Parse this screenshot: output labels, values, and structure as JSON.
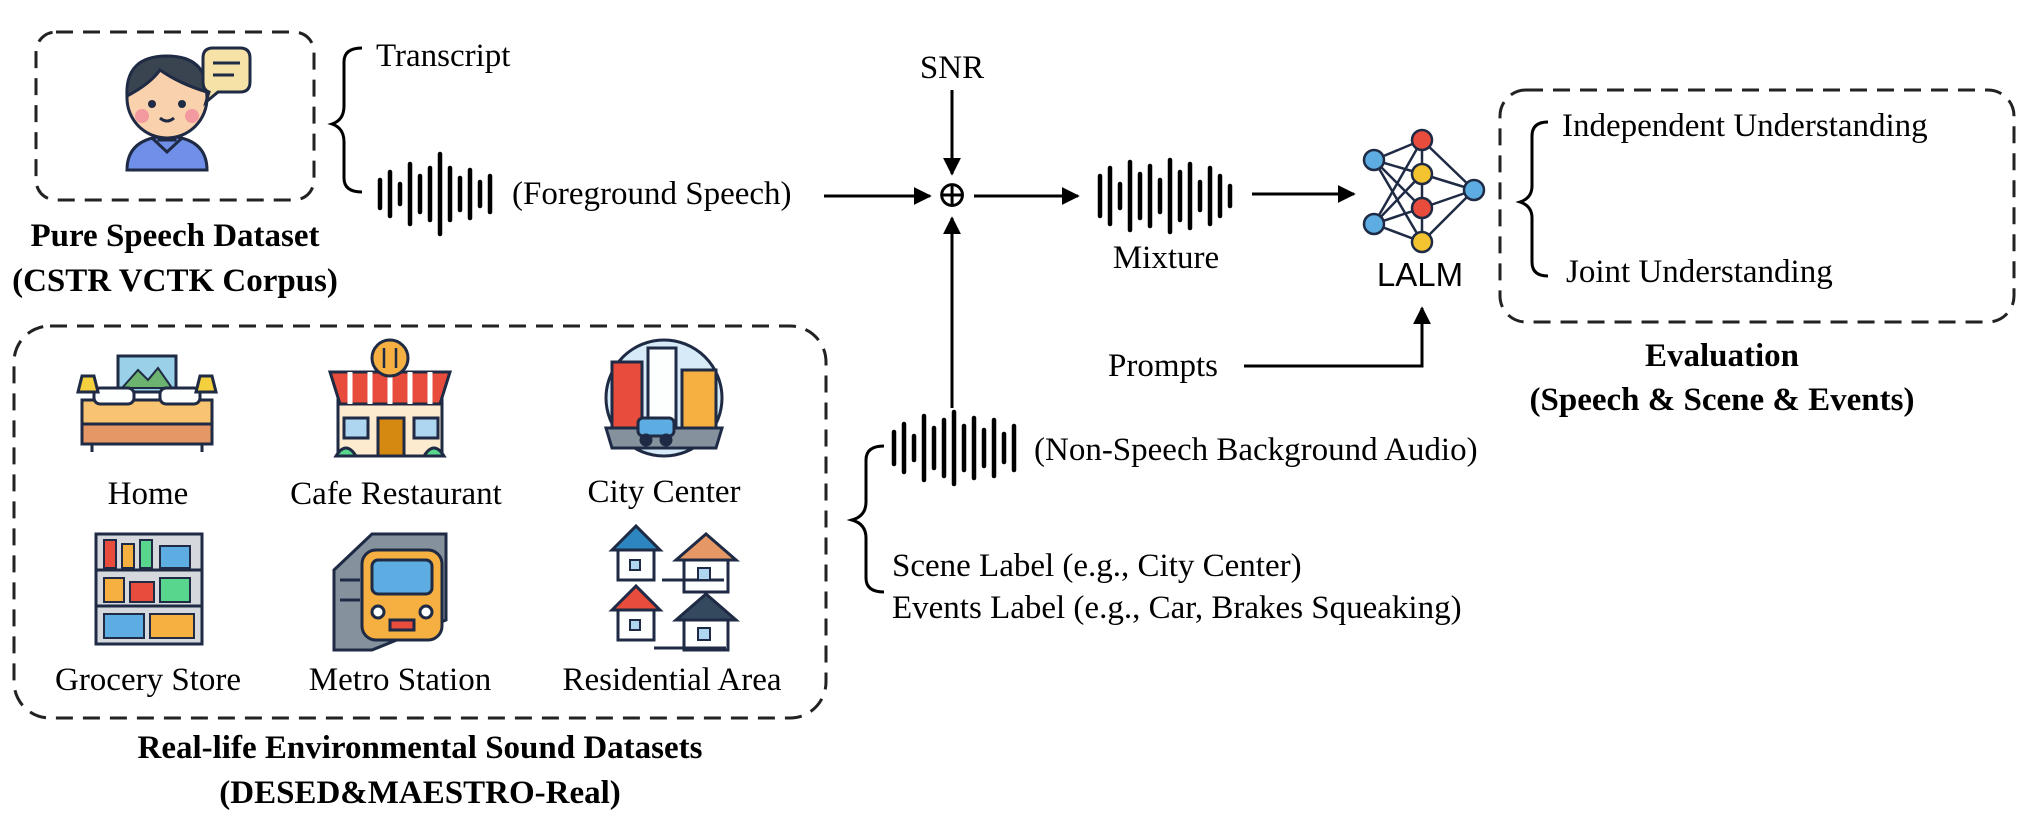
{
  "speech": {
    "transcript": "Transcript",
    "foreground": "(Foreground Speech)",
    "dataset_title": "Pure Speech Dataset",
    "dataset_sub": "(CSTR VCTK Corpus)"
  },
  "env": {
    "scenes": [
      "Home",
      "Cafe Restaurant",
      "City Center",
      "Grocery Store",
      "Metro Station",
      "Residential Area"
    ],
    "dataset_title": "Real-life Environmental Sound Datasets",
    "dataset_sub": "(DESED&MAESTRO-Real)"
  },
  "background": {
    "audio": "(Non-Speech Background Audio)",
    "scene_label": "Scene Label (e.g., City Center)",
    "events_label": "Events Label (e.g., Car, Brakes Squeaking)"
  },
  "mix": {
    "snr": "SNR",
    "plus": "⊕",
    "mixture": "Mixture"
  },
  "model": {
    "name": "LALM",
    "prompts": "Prompts"
  },
  "evaluation": {
    "independent": "Independent  Understanding",
    "joint": "Joint  Understanding",
    "title": "Evaluation",
    "sub": "(Speech & Scene & Events)"
  },
  "colors": {
    "node_red": "#e74c3c",
    "node_blue": "#5dade2",
    "node_yellow": "#f4c430"
  }
}
